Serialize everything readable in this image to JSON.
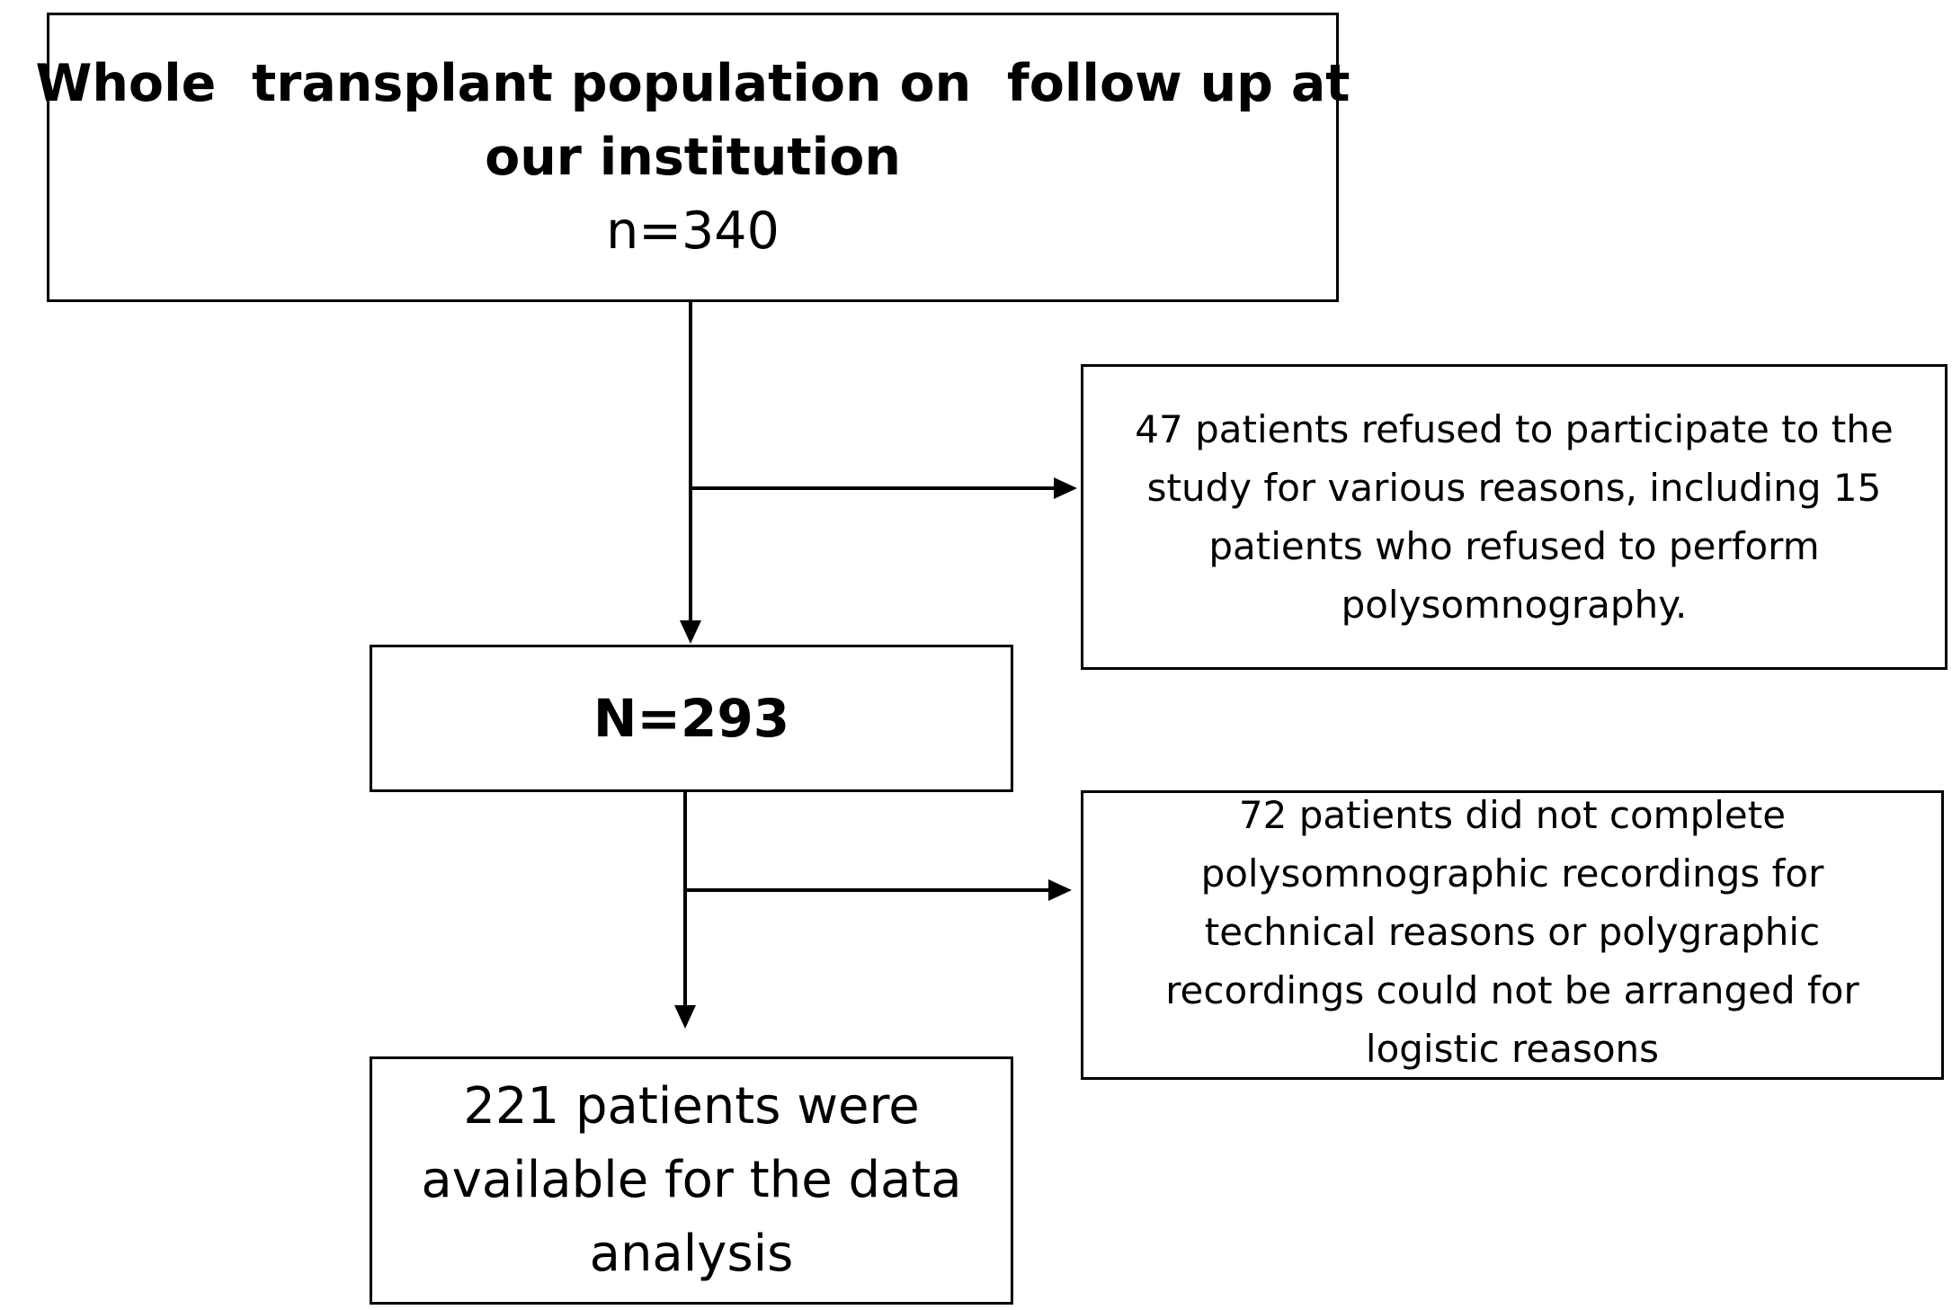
{
  "nodes": {
    "top": {
      "line1": "Whole  transplant population on  follow up at",
      "line2": "our institution",
      "line3": "n=340"
    },
    "exclusion1": {
      "line1": "47 patients refused to participate to the",
      "line2": "study for various reasons, including 15",
      "line3": "patients who refused to perform",
      "line4": "polysomnography."
    },
    "middle": {
      "label": "N=293"
    },
    "exclusion2": {
      "line1": "72 patients did not complete",
      "line2": "polysomnographic recordings for",
      "line3": "technical reasons or polygraphic",
      "line4": "recordings could not be arranged for",
      "line5": "logistic reasons"
    },
    "final": {
      "line1": "221 patients were",
      "line2": "available for the data",
      "line3": "analysis"
    }
  },
  "colors": {
    "stroke": "#000000",
    "background": "#ffffff"
  }
}
